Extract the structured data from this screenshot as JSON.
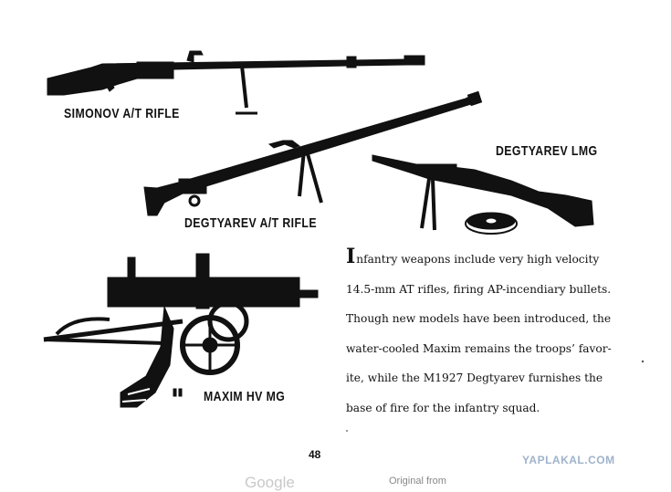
{
  "labels": {
    "simonov": "SIMONOV A/T RIFLE",
    "degtyarev_at": "DEGTYAREV A/T RIFLE",
    "degtyarev_lmg": "DEGTYAREV LMG",
    "maxim": "MAXIM HV MG"
  },
  "body": {
    "dropcap": "I",
    "lines": [
      "nfantry weapons include very high velocity",
      "14.5-mm AT rifles, firing AP-incendiary bullets.",
      "Though new models have been introduced, the",
      "water-cooled Maxim remains the troops’ favor-",
      "ite, while the M1927 Degtyarev furnishes the",
      "base of fire for the infantry squad."
    ]
  },
  "page_number": "48",
  "watermark": "YAPLAKAL.COM",
  "footer": {
    "google": "Google",
    "original": "Original from"
  }
}
